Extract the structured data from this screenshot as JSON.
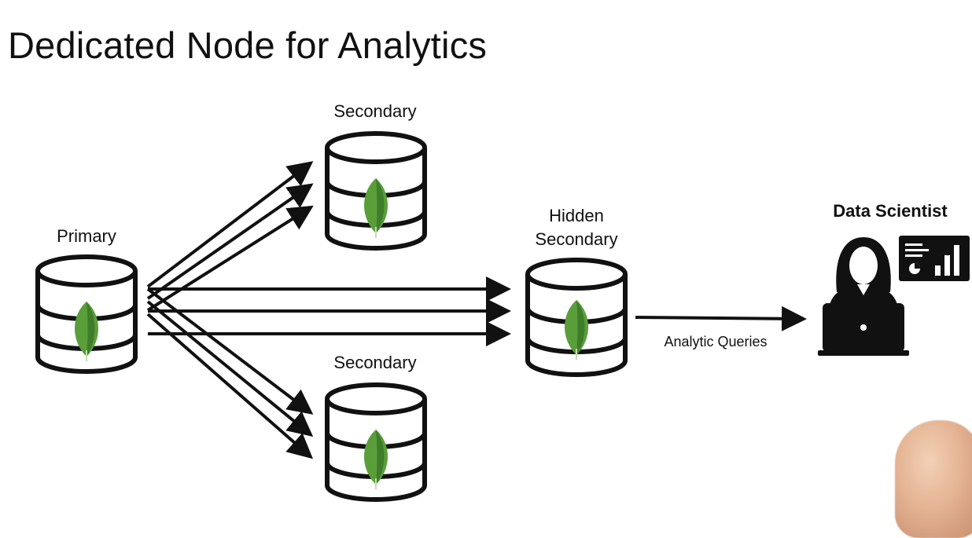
{
  "title": "Dedicated Node for Analytics",
  "nodes": {
    "primary": {
      "label": "Primary"
    },
    "secondary_top": {
      "label": "Secondary"
    },
    "secondary_bottom": {
      "label": "Secondary"
    },
    "hidden_secondary": {
      "label_line1": "Hidden",
      "label_line2": "Secondary"
    },
    "data_scientist": {
      "label": "Data Scientist"
    }
  },
  "edges": {
    "analytic_queries_label": "Analytic Queries"
  },
  "icons": {
    "database": "database-icon",
    "leaf": "mongodb-leaf-icon",
    "person": "data-scientist-icon",
    "dashboard": "dashboard-icon"
  },
  "colors": {
    "leaf": "#5a9e3a",
    "leaf_dark": "#3f7d2a",
    "stroke": "#111111"
  }
}
